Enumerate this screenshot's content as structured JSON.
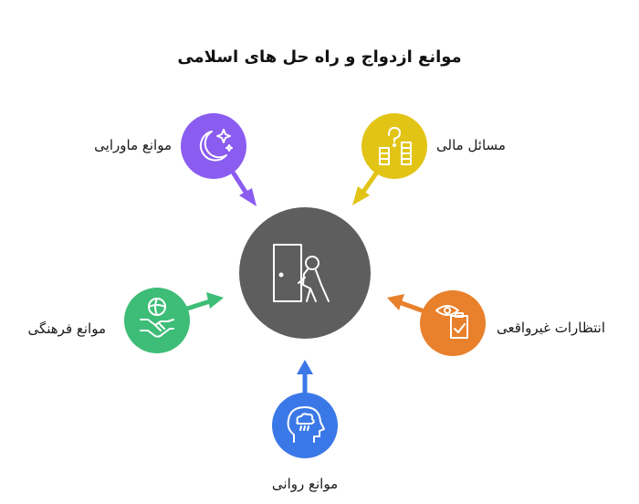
{
  "title": "موانع ازدواج و راه حل های اسلامی",
  "center": {
    "icon": "person-at-door-icon",
    "color": "#5e5e5e"
  },
  "nodes": [
    {
      "label": "موانع ماورایی",
      "icon": "moon-stars-icon",
      "color": "#8a5cf0"
    },
    {
      "label": "مسائل مالی",
      "icon": "question-blocks-icon",
      "color": "#e2c417"
    },
    {
      "label": "موانع فرهنگی",
      "icon": "globe-handshake-icon",
      "color": "#3dbd77"
    },
    {
      "label": "انتظارات غیرواقعی",
      "icon": "eye-clipboard-icon",
      "color": "#e8802c"
    },
    {
      "label": "موانع روانی",
      "icon": "head-cloud-icon",
      "color": "#3b78e7"
    }
  ]
}
